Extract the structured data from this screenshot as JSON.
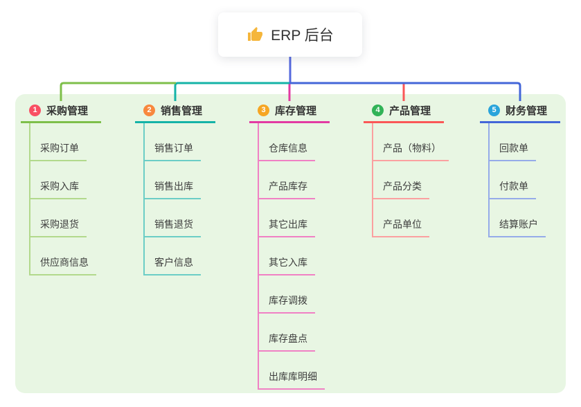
{
  "root": {
    "label": "ERP 后台",
    "icon": "thumbs-up"
  },
  "colors": {
    "panel_background": "#e8f6e3",
    "root_connector": "#5569de",
    "thumb_icon": "#f5b63c"
  },
  "branches": [
    {
      "num": "1",
      "label": "采购管理",
      "color": "#7ebf4a",
      "light": "#b2d98c",
      "badge": "#f94f63",
      "children": [
        "采购订单",
        "采购入库",
        "采购退货",
        "供应商信息"
      ]
    },
    {
      "num": "2",
      "label": "销售管理",
      "color": "#14b3a7",
      "light": "#6bcdc6",
      "badge": "#f8883e",
      "children": [
        "销售订单",
        "销售出库",
        "销售退货",
        "客户信息"
      ]
    },
    {
      "num": "3",
      "label": "库存管理",
      "color": "#e23aa2",
      "light": "#f080c4",
      "badge": "#f6a623",
      "children": [
        "仓库信息",
        "产品库存",
        "其它出库",
        "其它入库",
        "库存调拨",
        "库存盘点",
        "出库库明细"
      ]
    },
    {
      "num": "4",
      "label": "产品管理",
      "color": "#fa5757",
      "light": "#fba0a0",
      "badge": "#31b357",
      "children": [
        "产品（物料）",
        "产品分类",
        "产品单位"
      ]
    },
    {
      "num": "5",
      "label": "财务管理",
      "color": "#4366d8",
      "light": "#95abe9",
      "badge": "#2aa4db",
      "children": [
        "回款单",
        "付款单",
        "结算账户"
      ]
    }
  ]
}
